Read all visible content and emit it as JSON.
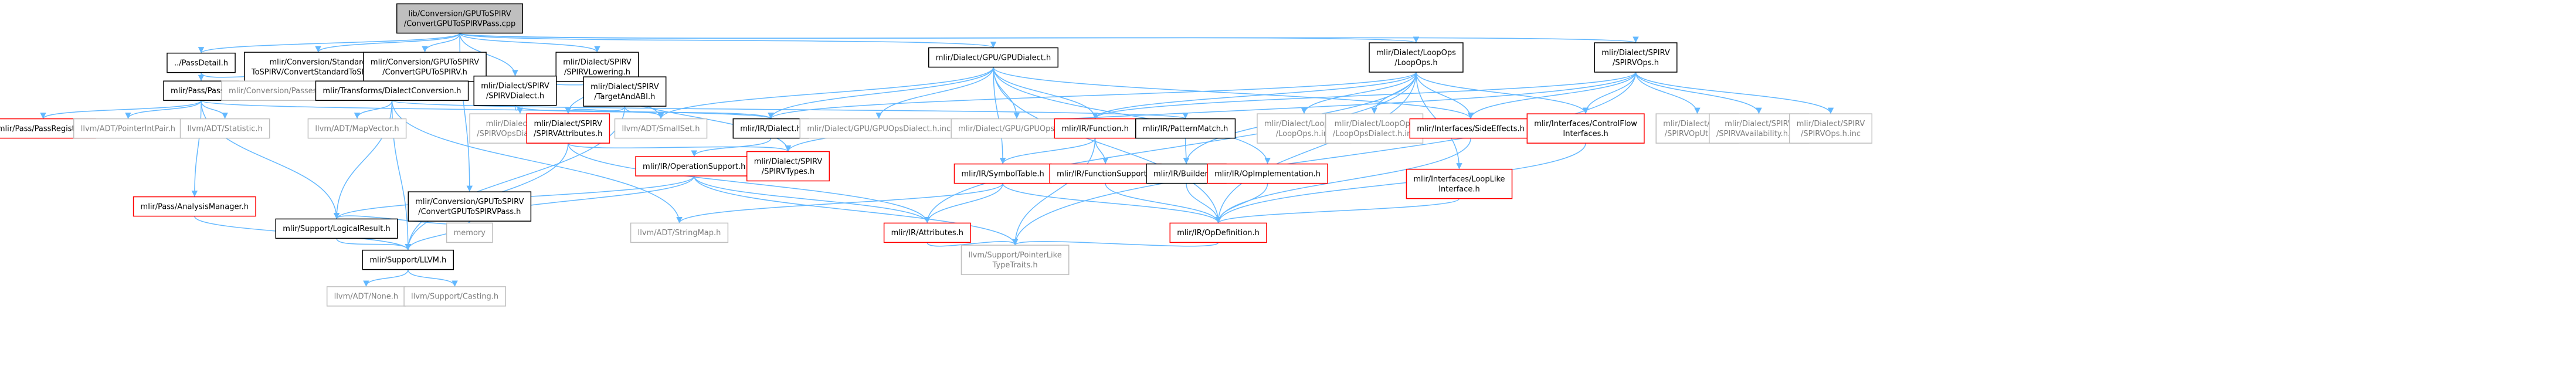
{
  "colors": {
    "edge": "#63b8ff",
    "root_fill": "#bfbfbf",
    "root_border": "#000000",
    "normal_border": "#000000",
    "linked_border": "#ff0000",
    "ext_border": "#bfbfbf",
    "ext_text": "#7f7f7f",
    "text": "#000000",
    "box_fill": "#ffffff"
  },
  "nodes": [
    {
      "id": "root",
      "kind": "root",
      "lines": [
        "lib/Conversion/GPUToSPIRV",
        "/ConvertGPUToSPIRVPass.cpp"
      ]
    },
    {
      "id": "passdetail",
      "kind": "normal",
      "lines": [
        "../PassDetail.h"
      ]
    },
    {
      "id": "std2spirv",
      "kind": "normal",
      "lines": [
        "mlir/Conversion/Standard",
        "ToSPIRV/ConvertStandardToSPIRV.h"
      ]
    },
    {
      "id": "gpu2spirv_h",
      "kind": "normal",
      "lines": [
        "mlir/Conversion/GPUToSPIRV",
        "/ConvertGPUToSPIRV.h"
      ]
    },
    {
      "id": "spirvlowering",
      "kind": "normal",
      "lines": [
        "mlir/Dialect/SPIRV",
        "/SPIRVLowering.h"
      ]
    },
    {
      "id": "gpudialect",
      "kind": "normal",
      "lines": [
        "mlir/Dialect/GPU/GPUDialect.h"
      ]
    },
    {
      "id": "loopops",
      "kind": "normal",
      "lines": [
        "mlir/Dialect/LoopOps",
        "/LoopOps.h"
      ]
    },
    {
      "id": "spirvops",
      "kind": "normal",
      "lines": [
        "mlir/Dialect/SPIRV",
        "/SPIRVOps.h"
      ]
    },
    {
      "id": "passhdr",
      "kind": "normal",
      "lines": [
        "mlir/Pass/Pass.h"
      ]
    },
    {
      "id": "convpasses",
      "kind": "ext",
      "lines": [
        "mlir/Conversion/Passes.h.inc"
      ]
    },
    {
      "id": "dialectconv",
      "kind": "normal",
      "lines": [
        "mlir/Transforms/DialectConversion.h"
      ]
    },
    {
      "id": "spirvdialect",
      "kind": "normal",
      "lines": [
        "mlir/Dialect/SPIRV",
        "/SPIRVDialect.h"
      ]
    },
    {
      "id": "targetandabi",
      "kind": "normal",
      "lines": [
        "mlir/Dialect/SPIRV",
        "/TargetAndABI.h"
      ]
    },
    {
      "id": "passregistry",
      "kind": "linked",
      "lines": [
        "mlir/Pass/PassRegistry.h"
      ]
    },
    {
      "id": "pointerintpair",
      "kind": "ext",
      "lines": [
        "llvm/ADT/PointerIntPair.h"
      ]
    },
    {
      "id": "statistic",
      "kind": "ext",
      "lines": [
        "llvm/ADT/Statistic.h"
      ]
    },
    {
      "id": "mapvector",
      "kind": "ext",
      "lines": [
        "llvm/ADT/MapVector.h"
      ]
    },
    {
      "id": "spirvopsdialect_inc",
      "kind": "ext",
      "lines": [
        "mlir/Dialect/SPIRV",
        "/SPIRVOpsDialect.h.inc"
      ]
    },
    {
      "id": "spirvattributes",
      "kind": "linked",
      "lines": [
        "mlir/Dialect/SPIRV",
        "/SPIRVAttributes.h"
      ]
    },
    {
      "id": "smallset",
      "kind": "ext",
      "lines": [
        "llvm/ADT/SmallSet.h"
      ]
    },
    {
      "id": "irdialect",
      "kind": "normal",
      "lines": [
        "mlir/IR/Dialect.h"
      ]
    },
    {
      "id": "gpuopsdialect_inc",
      "kind": "ext",
      "lines": [
        "mlir/Dialect/GPU/GPUOpsDialect.h.inc"
      ]
    },
    {
      "id": "gpuops_inc",
      "kind": "ext",
      "lines": [
        "mlir/Dialect/GPU/GPUOps.h.inc"
      ]
    },
    {
      "id": "irfunction",
      "kind": "linked",
      "lines": [
        "mlir/IR/Function.h"
      ]
    },
    {
      "id": "pathmatch",
      "kind": "normal",
      "lines": [
        "mlir/IR/PatternMatch.h"
      ]
    },
    {
      "id": "loopops_inc",
      "kind": "ext",
      "lines": [
        "mlir/Dialect/LoopOps",
        "/LoopOps.h.inc"
      ]
    },
    {
      "id": "loopopsdialect_inc",
      "kind": "ext",
      "lines": [
        "mlir/Dialect/LoopOps",
        "/LoopOpsDialect.h.inc"
      ]
    },
    {
      "id": "sideeffects",
      "kind": "linked",
      "lines": [
        "mlir/Interfaces/SideEffects.h"
      ]
    },
    {
      "id": "controlflow",
      "kind": "linked",
      "lines": [
        "mlir/Interfaces/ControlFlow",
        "Interfaces.h"
      ]
    },
    {
      "id": "spirvoputils_inc",
      "kind": "ext",
      "lines": [
        "mlir/Dialect/SPIRV",
        "/SPIRVOpUtils.inc"
      ]
    },
    {
      "id": "spirvavailability_inc",
      "kind": "ext",
      "lines": [
        "mlir/Dialect/SPIRV",
        "/SPIRVAvailability.h.inc"
      ]
    },
    {
      "id": "spirvops_inc",
      "kind": "ext",
      "lines": [
        "mlir/Dialect/SPIRV",
        "/SPIRVOps.h.inc"
      ]
    },
    {
      "id": "analysismanager",
      "kind": "linked",
      "lines": [
        "mlir/Pass/AnalysisManager.h"
      ]
    },
    {
      "id": "gpu2spirvpass_h",
      "kind": "normal",
      "lines": [
        "mlir/Conversion/GPUToSPIRV",
        "/ConvertGPUToSPIRVPass.h"
      ]
    },
    {
      "id": "opsupport",
      "kind": "linked",
      "lines": [
        "mlir/IR/OperationSupport.h"
      ]
    },
    {
      "id": "spirvtypes",
      "kind": "linked",
      "lines": [
        "mlir/Dialect/SPIRV",
        "/SPIRVTypes.h"
      ]
    },
    {
      "id": "symboltable",
      "kind": "linked",
      "lines": [
        "mlir/IR/SymbolTable.h"
      ]
    },
    {
      "id": "funcsupport",
      "kind": "linked",
      "lines": [
        "mlir/IR/FunctionSupport.h"
      ]
    },
    {
      "id": "builders",
      "kind": "normal",
      "lines": [
        "mlir/IR/Builders.h"
      ]
    },
    {
      "id": "opimpl",
      "kind": "linked",
      "lines": [
        "mlir/IR/OpImplementation.h"
      ]
    },
    {
      "id": "looplike",
      "kind": "linked",
      "lines": [
        "mlir/Interfaces/LoopLike",
        "Interface.h"
      ]
    },
    {
      "id": "logicalresult",
      "kind": "normal",
      "lines": [
        "mlir/Support/LogicalResult.h"
      ]
    },
    {
      "id": "memory",
      "kind": "ext",
      "lines": [
        "memory"
      ]
    },
    {
      "id": "stringmap",
      "kind": "ext",
      "lines": [
        "llvm/ADT/StringMap.h"
      ]
    },
    {
      "id": "irattributes",
      "kind": "linked",
      "lines": [
        "mlir/IR/Attributes.h"
      ]
    },
    {
      "id": "opdefinition",
      "kind": "linked",
      "lines": [
        "mlir/IR/OpDefinition.h"
      ]
    },
    {
      "id": "supportllvm",
      "kind": "normal",
      "lines": [
        "mlir/Support/LLVM.h"
      ]
    },
    {
      "id": "pointerliketypetraits",
      "kind": "ext",
      "lines": [
        "llvm/Support/PointerLike",
        "TypeTraits.h"
      ]
    },
    {
      "id": "adtnone",
      "kind": "ext",
      "lines": [
        "llvm/ADT/None.h"
      ]
    },
    {
      "id": "casting",
      "kind": "ext",
      "lines": [
        "llvm/Support/Casting.h"
      ]
    }
  ],
  "edges": [
    [
      "root",
      "passdetail"
    ],
    [
      "root",
      "std2spirv"
    ],
    [
      "root",
      "gpu2spirv_h"
    ],
    [
      "root",
      "spirvlowering"
    ],
    [
      "root",
      "gpudialect"
    ],
    [
      "root",
      "loopops"
    ],
    [
      "root",
      "spirvops"
    ],
    [
      "root",
      "gpu2spirvpass_h"
    ],
    [
      "root",
      "spirvdialect"
    ],
    [
      "passdetail",
      "passhdr"
    ],
    [
      "passdetail",
      "convpasses"
    ],
    [
      "std2spirv",
      "dialectconv"
    ],
    [
      "gpu2spirv_h",
      "dialectconv"
    ],
    [
      "spirvlowering",
      "dialectconv"
    ],
    [
      "spirvlowering",
      "targetandabi"
    ],
    [
      "spirvlowering",
      "spirvattributes"
    ],
    [
      "spirvlowering",
      "smallset"
    ],
    [
      "spirvlowering",
      "spirvtypes"
    ],
    [
      "passhdr",
      "passregistry"
    ],
    [
      "passhdr",
      "pointerintpair"
    ],
    [
      "passhdr",
      "statistic"
    ],
    [
      "passhdr",
      "analysismanager"
    ],
    [
      "passhdr",
      "logicalresult"
    ],
    [
      "passhdr",
      "irdialect"
    ],
    [
      "dialectconv",
      "mapvector"
    ],
    [
      "dialectconv",
      "logicalresult"
    ],
    [
      "dialectconv",
      "supportllvm"
    ],
    [
      "dialectconv",
      "pathmatch"
    ],
    [
      "dialectconv",
      "stringmap"
    ],
    [
      "spirvdialect",
      "spirvopsdialect_inc"
    ],
    [
      "spirvdialect",
      "irdialect"
    ],
    [
      "targetandabi",
      "spirvattributes"
    ],
    [
      "targetandabi",
      "smallset"
    ],
    [
      "targetandabi",
      "supportllvm"
    ],
    [
      "spirvattributes",
      "spirvtypes"
    ],
    [
      "spirvattributes",
      "irattributes"
    ],
    [
      "spirvattributes",
      "supportllvm"
    ],
    [
      "irdialect",
      "opsupport"
    ],
    [
      "gpudialect",
      "irdialect"
    ],
    [
      "gpudialect",
      "gpuopsdialect_inc"
    ],
    [
      "gpudialect",
      "gpuops_inc"
    ],
    [
      "gpudialect",
      "irfunction"
    ],
    [
      "gpudialect",
      "opimpl"
    ],
    [
      "gpudialect",
      "symboltable"
    ],
    [
      "gpudialect",
      "sideeffects"
    ],
    [
      "gpudialect",
      "smallset"
    ],
    [
      "gpudialect",
      "opdefinition"
    ],
    [
      "loopops",
      "irdialect"
    ],
    [
      "loopops",
      "irfunction"
    ],
    [
      "loopops",
      "loopops_inc"
    ],
    [
      "loopops",
      "loopopsdialect_inc"
    ],
    [
      "loopops",
      "sideeffects"
    ],
    [
      "loopops",
      "controlflow"
    ],
    [
      "loopops",
      "looplike"
    ],
    [
      "loopops",
      "builders"
    ],
    [
      "loopops",
      "irattributes"
    ],
    [
      "loopops",
      "opdefinition"
    ],
    [
      "spirvops",
      "spirvtypes"
    ],
    [
      "spirvops",
      "sideeffects"
    ],
    [
      "spirvops",
      "controlflow"
    ],
    [
      "spirvops",
      "spirvoputils_inc"
    ],
    [
      "spirvops",
      "spirvavailability_inc"
    ],
    [
      "spirvops",
      "spirvops_inc"
    ],
    [
      "spirvops",
      "irfunction"
    ],
    [
      "spirvops",
      "pointerliketypetraits"
    ],
    [
      "irfunction",
      "symboltable"
    ],
    [
      "irfunction",
      "funcsupport"
    ],
    [
      "irfunction",
      "pointerliketypetraits"
    ],
    [
      "pathmatch",
      "builders"
    ],
    [
      "analysismanager",
      "supportllvm"
    ],
    [
      "gpu2spirvpass_h",
      "logicalresult"
    ],
    [
      "gpu2spirvpass_h",
      "memory"
    ],
    [
      "gpu2spirvpass_h",
      "supportllvm"
    ],
    [
      "opsupport",
      "irattributes"
    ],
    [
      "opsupport",
      "logicalresult"
    ],
    [
      "opsupport",
      "memory"
    ],
    [
      "opsupport",
      "pointerliketypetraits"
    ],
    [
      "symboltable",
      "irattributes"
    ],
    [
      "symboltable",
      "opdefinition"
    ],
    [
      "symboltable",
      "stringmap"
    ],
    [
      "funcsupport",
      "opdefinition"
    ],
    [
      "builders",
      "opdefinition"
    ],
    [
      "opimpl",
      "opdefinition"
    ],
    [
      "looplike",
      "opdefinition"
    ],
    [
      "sideeffects",
      "opdefinition"
    ],
    [
      "controlflow",
      "opdefinition"
    ],
    [
      "logicalresult",
      "supportllvm"
    ],
    [
      "irattributes",
      "pointerliketypetraits"
    ],
    [
      "opdefinition",
      "pointerliketypetraits"
    ],
    [
      "supportllvm",
      "adtnone"
    ],
    [
      "supportllvm",
      "casting"
    ]
  ]
}
